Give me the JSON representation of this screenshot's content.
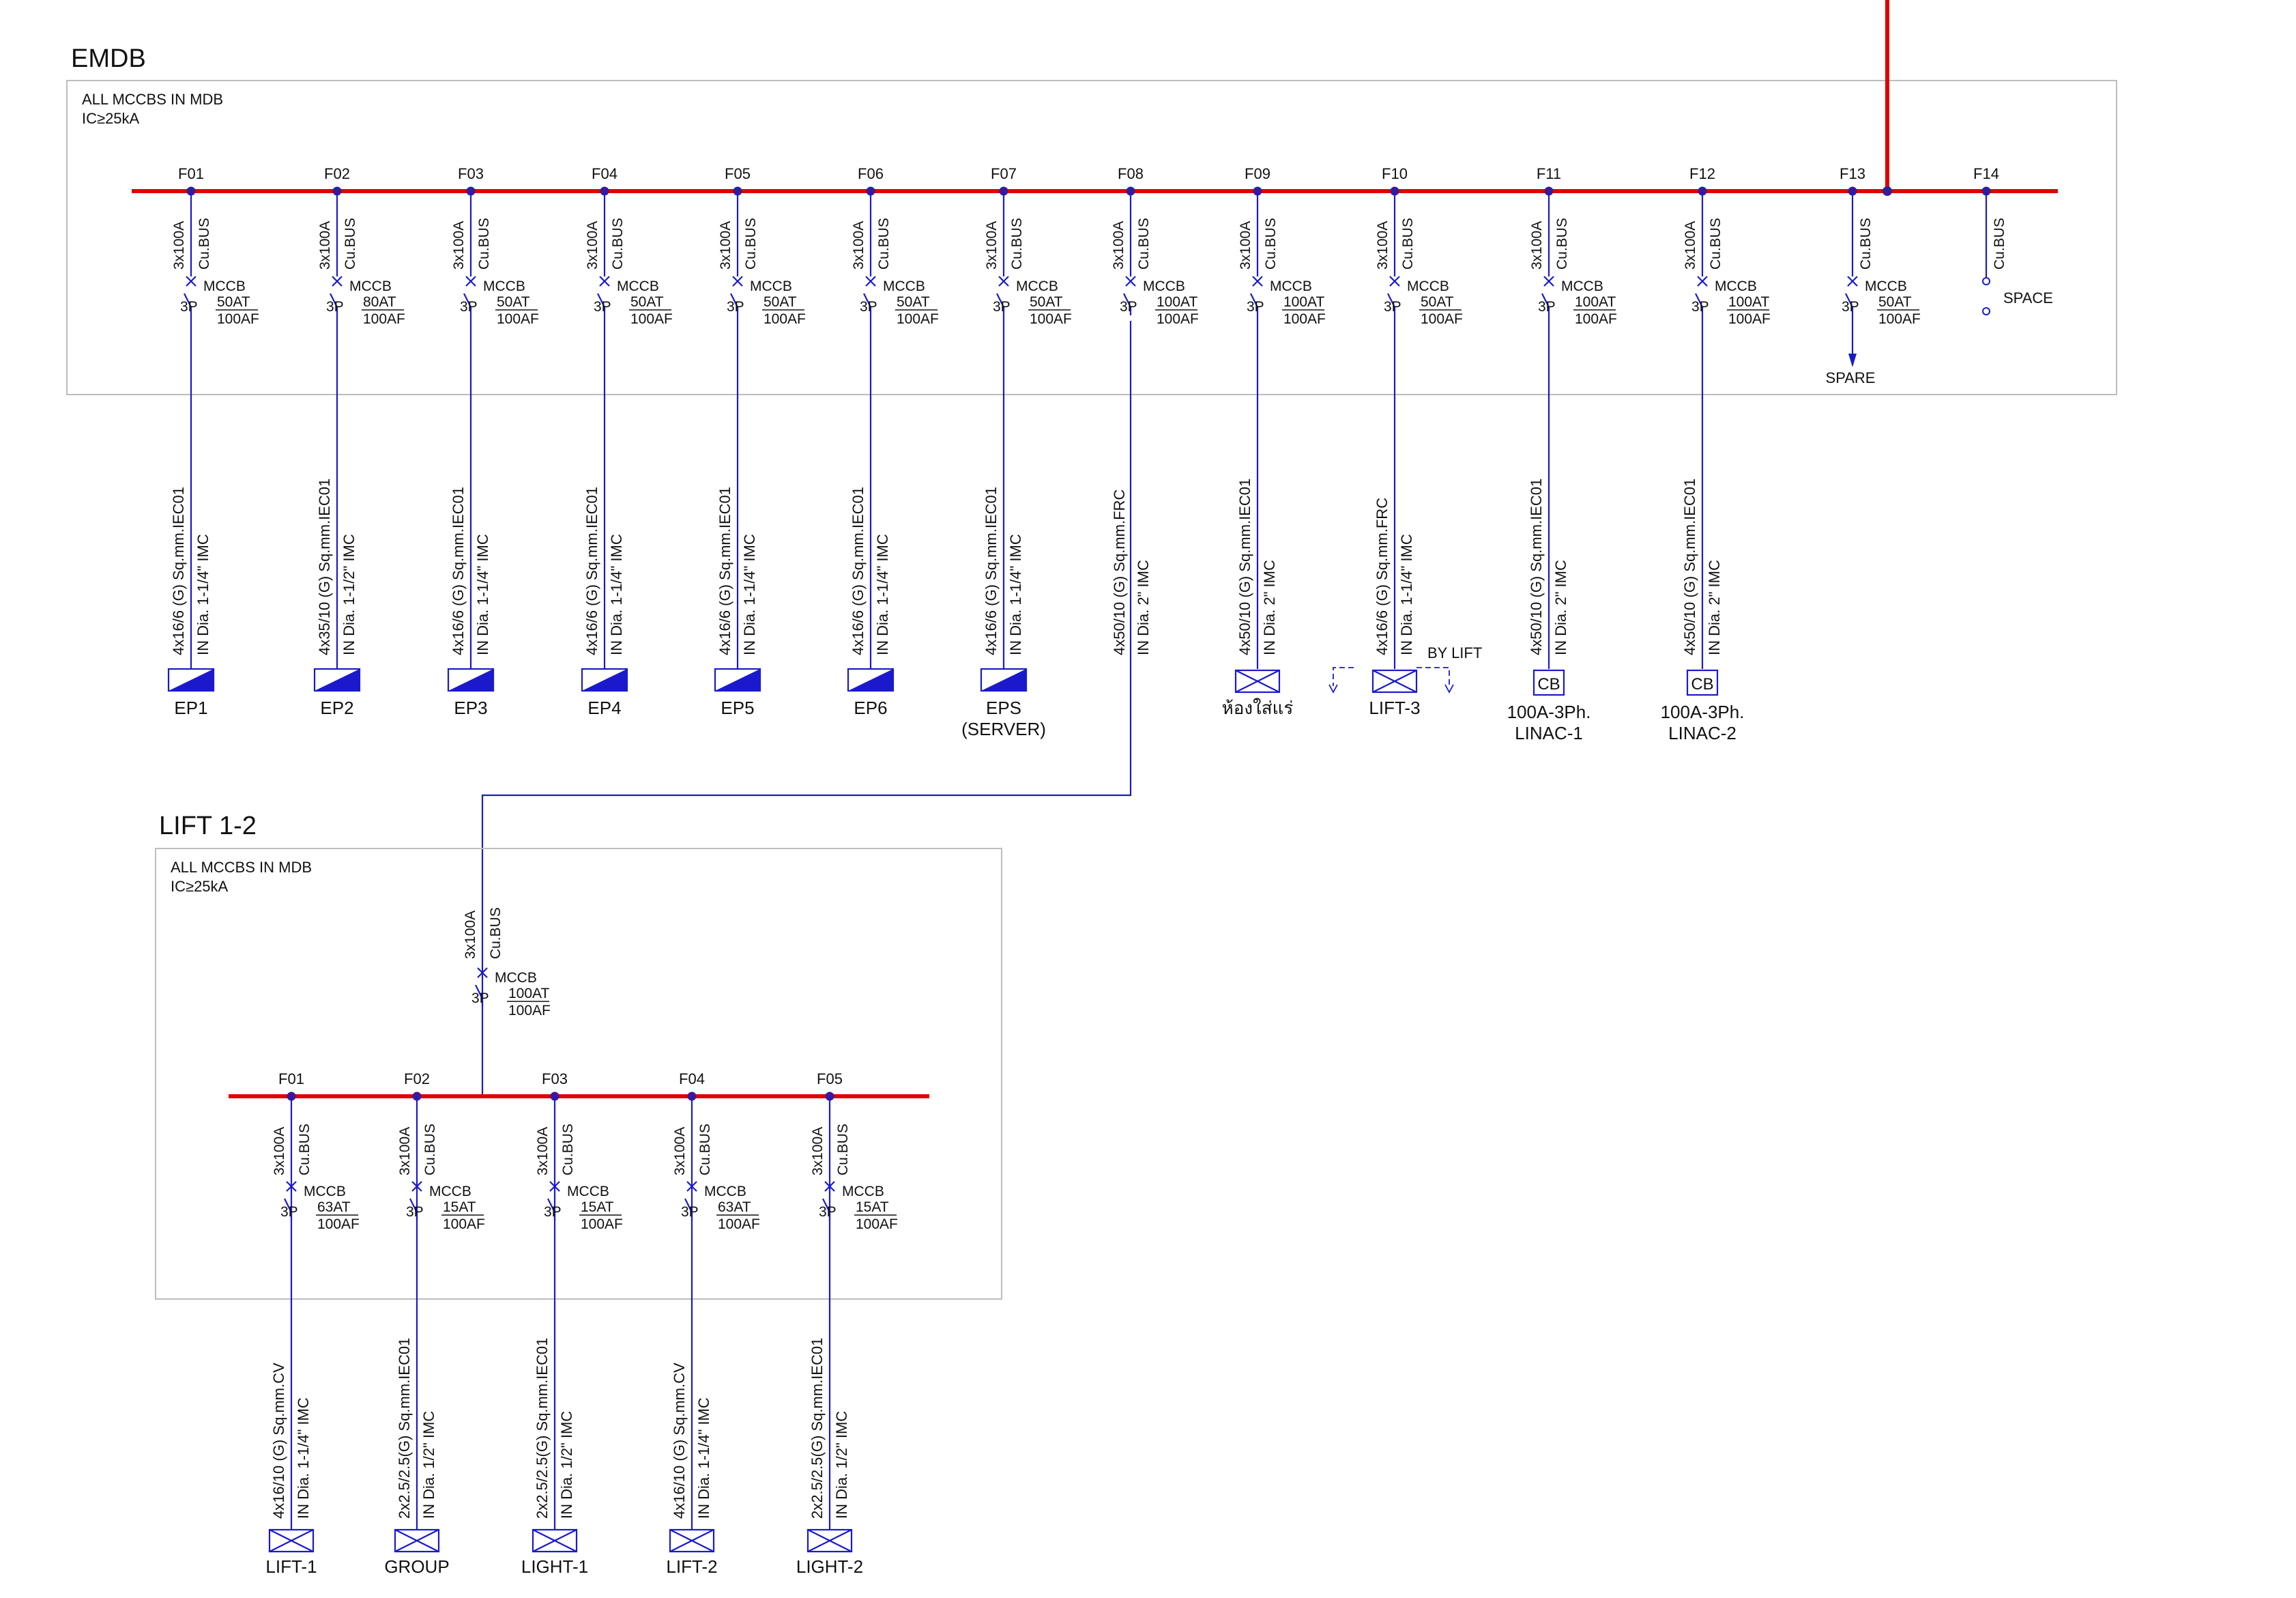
{
  "panels": [
    {
      "title": "EMDB",
      "note_line1": "ALL MCCBS IN MDB",
      "note_line2": "IC≥25kA",
      "bus_label": "3x100A",
      "bus_material": "Cu.BUS",
      "breaker_type": "MCCB",
      "breaker_poles": "3P",
      "feeders": [
        {
          "id": "F01",
          "trip": "50AT",
          "frame": "100AF",
          "cable": "4x16/6 (G) Sq.mm.IEC01",
          "conduit": "IN Dia. 1-1/4\" IMC",
          "load_symbol": "panel",
          "load": "EP1",
          "load2": ""
        },
        {
          "id": "F02",
          "trip": "80AT",
          "frame": "100AF",
          "cable": "4x35/10 (G) Sq.mm.IEC01",
          "conduit": "IN Dia. 1-1/2\" IMC",
          "load_symbol": "panel",
          "load": "EP2",
          "load2": ""
        },
        {
          "id": "F03",
          "trip": "50AT",
          "frame": "100AF",
          "cable": "4x16/6 (G) Sq.mm.IEC01",
          "conduit": "IN Dia. 1-1/4\" IMC",
          "load_symbol": "panel",
          "load": "EP3",
          "load2": ""
        },
        {
          "id": "F04",
          "trip": "50AT",
          "frame": "100AF",
          "cable": "4x16/6 (G) Sq.mm.IEC01",
          "conduit": "IN Dia. 1-1/4\" IMC",
          "load_symbol": "panel",
          "load": "EP4",
          "load2": ""
        },
        {
          "id": "F05",
          "trip": "50AT",
          "frame": "100AF",
          "cable": "4x16/6 (G) Sq.mm.IEC01",
          "conduit": "IN Dia. 1-1/4\" IMC",
          "load_symbol": "panel",
          "load": "EP5",
          "load2": ""
        },
        {
          "id": "F06",
          "trip": "50AT",
          "frame": "100AF",
          "cable": "4x16/6 (G) Sq.mm.IEC01",
          "conduit": "IN Dia. 1-1/4\" IMC",
          "load_symbol": "panel",
          "load": "EP6",
          "load2": ""
        },
        {
          "id": "F07",
          "trip": "50AT",
          "frame": "100AF",
          "cable": "4x16/6 (G) Sq.mm.IEC01",
          "conduit": "IN Dia. 1-1/4\" IMC",
          "load_symbol": "panel",
          "load": "EPS",
          "load2": "(SERVER)"
        },
        {
          "id": "F08",
          "trip": "100AT",
          "frame": "100AF",
          "cable": "4x50/10 (G) Sq.mm.FRC",
          "conduit": "IN Dia. 2\" IMC",
          "load_symbol": "riser",
          "load": "",
          "load2": ""
        },
        {
          "id": "F09",
          "trip": "100AT",
          "frame": "100AF",
          "cable": "4x50/10 (G) Sq.mm.IEC01",
          "conduit": "IN Dia. 2\" IMC",
          "load_symbol": "xbox",
          "load": "ห้องใส่แร่",
          "load2": ""
        },
        {
          "id": "F10",
          "trip": "50AT",
          "frame": "100AF",
          "cable": "4x16/6 (G) Sq.mm.FRC",
          "conduit": "IN Dia. 1-1/4\" IMC",
          "load_symbol": "lift",
          "load": "LIFT-3",
          "load2": "",
          "note": "BY LIFT"
        },
        {
          "id": "F11",
          "trip": "100AT",
          "frame": "100AF",
          "cable": "4x50/10 (G) Sq.mm.IEC01",
          "conduit": "IN Dia. 2\" IMC",
          "load_symbol": "cb",
          "cb_text": "CB",
          "load": "100A-3Ph.",
          "load2": "LINAC-1"
        },
        {
          "id": "F12",
          "trip": "100AT",
          "frame": "100AF",
          "cable": "4x50/10 (G) Sq.mm.IEC01",
          "conduit": "IN Dia. 2\" IMC",
          "load_symbol": "cb",
          "cb_text": "CB",
          "load": "100A-3Ph.",
          "load2": "LINAC-2"
        },
        {
          "id": "F13",
          "trip": "50AT",
          "frame": "100AF",
          "no_rating": true,
          "load_symbol": "spare",
          "load": "SPARE",
          "load2": ""
        },
        {
          "id": "F14",
          "space": true,
          "load": "SPACE",
          "load2": ""
        }
      ]
    },
    {
      "title": "LIFT 1-2",
      "note_line1": "ALL MCCBS IN MDB",
      "note_line2": "IC≥25kA",
      "bus_label": "3x100A",
      "bus_material": "Cu.BUS",
      "breaker_type": "MCCB",
      "breaker_poles": "3P",
      "main": {
        "trip": "100AT",
        "frame": "100AF"
      },
      "feeders": [
        {
          "id": "F01",
          "trip": "63AT",
          "frame": "100AF",
          "cable": "4x16/10 (G) Sq.mm.CV",
          "conduit": "IN Dia. 1-1/4\" IMC",
          "load_symbol": "xbox",
          "load": "LIFT-1",
          "load2": ""
        },
        {
          "id": "F02",
          "trip": "15AT",
          "frame": "100AF",
          "cable": "2x2.5/2.5(G) Sq.mm.IEC01",
          "conduit": "IN Dia. 1/2\" IMC",
          "load_symbol": "xbox",
          "load": "GROUP",
          "load2": ""
        },
        {
          "id": "F03",
          "trip": "15AT",
          "frame": "100AF",
          "cable": "2x2.5/2.5(G) Sq.mm.IEC01",
          "conduit": "IN Dia. 1/2\" IMC",
          "load_symbol": "xbox",
          "load": "LIGHT-1",
          "load2": ""
        },
        {
          "id": "F04",
          "trip": "63AT",
          "frame": "100AF",
          "cable": "4x16/10 (G) Sq.mm.CV",
          "conduit": "IN Dia. 1-1/4\" IMC",
          "load_symbol": "xbox",
          "load": "LIFT-2",
          "load2": ""
        },
        {
          "id": "F05",
          "trip": "15AT",
          "frame": "100AF",
          "cable": "2x2.5/2.5(G) Sq.mm.IEC01",
          "conduit": "IN Dia. 1/2\" IMC",
          "load_symbol": "xbox",
          "load": "LIGHT-2",
          "load2": ""
        }
      ]
    }
  ],
  "colors": {
    "bus": "#e10000",
    "wire": "#1a1acc",
    "junction": "#3a1a9a",
    "frame": "#bdbdbd",
    "panel_fill": "#1a1acc",
    "text": "#111111"
  }
}
